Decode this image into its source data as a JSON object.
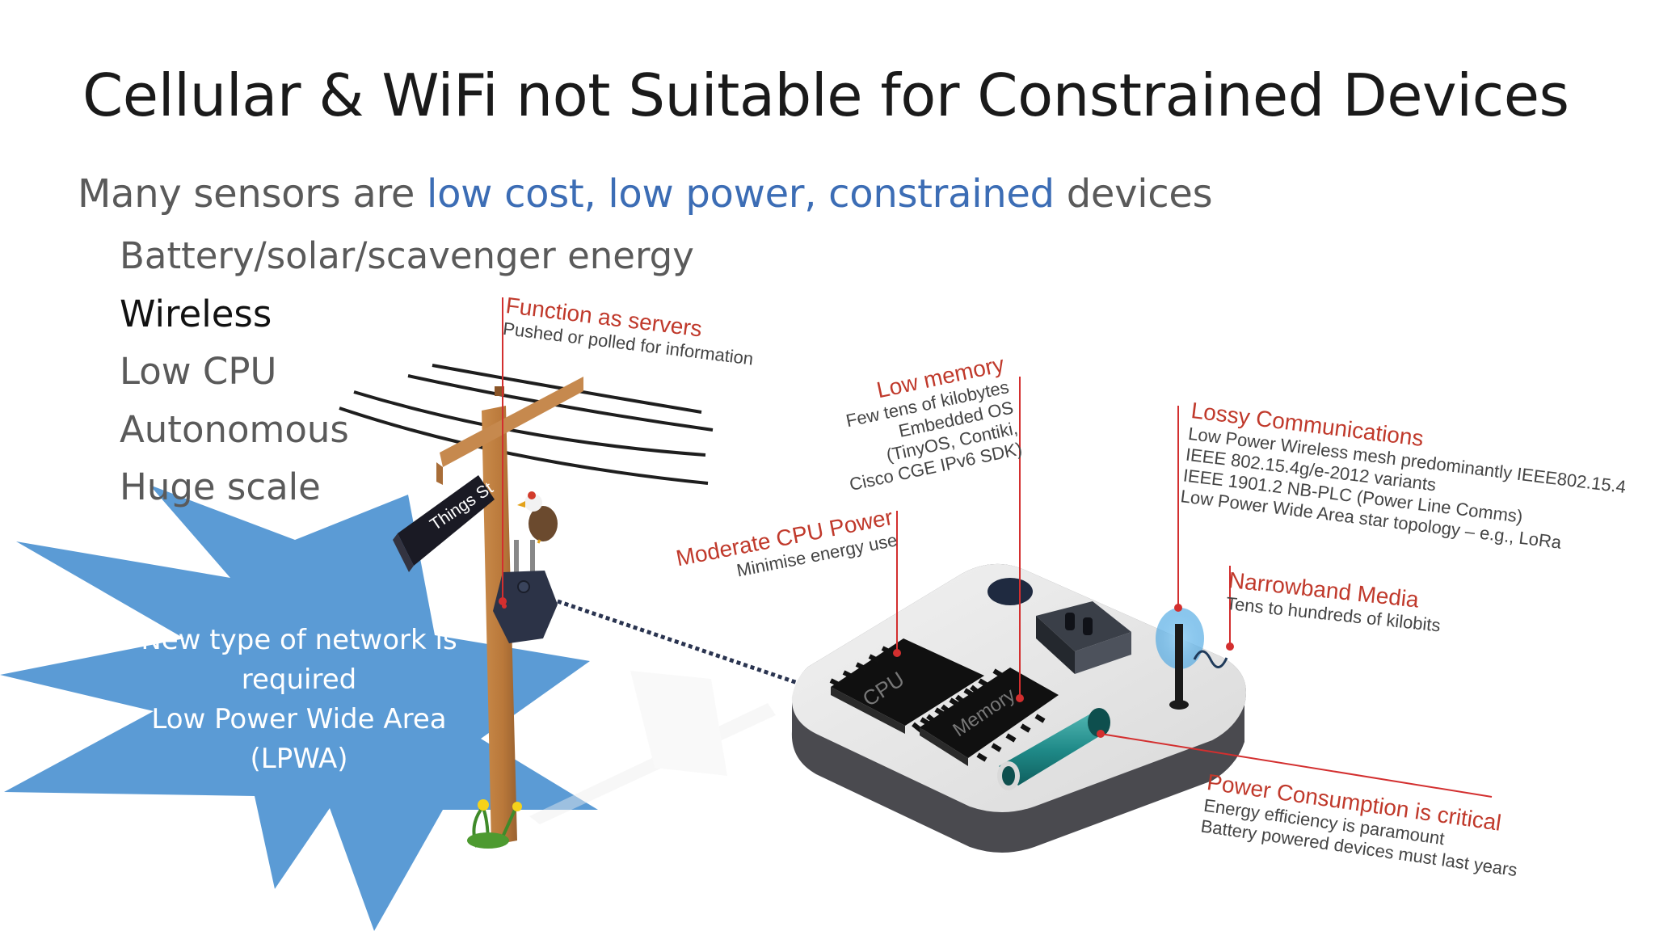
{
  "slide": {
    "title": "Cellular & WiFi not Suitable for Constrained Devices",
    "subtitle": {
      "pre": "Many sensors are ",
      "highlight": "low cost, low power, constrained",
      "post": " devices"
    },
    "bullets": [
      "Battery/solar/scavenger energy",
      "Wireless",
      "Low CPU",
      "Autonomous",
      "Huge scale"
    ],
    "starburst": [
      "New type  of network is",
      "required",
      "Low Power Wide Area",
      "(LPWA)"
    ],
    "colors": {
      "highlight": "#3c6db5",
      "star": "#5b9bd5",
      "annotation_heading": "#c0392b",
      "annotation_line": "#d32f2f"
    }
  },
  "scene": {
    "sign_text": "Things St",
    "cpu_label": "CPU",
    "memory_label": "Memory",
    "icons": [
      "utility-pole-icon",
      "bird-icon",
      "sensor-node-icon",
      "device-board-icon",
      "antenna-icon",
      "battery-icon"
    ]
  },
  "annotations": {
    "function": {
      "heading": "Function as servers",
      "lines": [
        "Pushed  or  polled  for  information"
      ]
    },
    "memory": {
      "heading": "Low memory",
      "lines": [
        "Few tens of kilobytes",
        "Embedded OS",
        "(TinyOS, Contiki,",
        "Cisco CGE IPv6 SDK)"
      ]
    },
    "cpu": {
      "heading": "Moderate CPU Power",
      "lines": [
        "Minimise  energy  use"
      ]
    },
    "lossy": {
      "heading": "Lossy Communications",
      "lines": [
        "Low Power Wireless mesh predominantly IEEE802.15.4",
        "IEEE 802.15.4g/e-2012 variants",
        "IEEE 1901.2 NB-PLC (Power Line Comms)",
        "Low Power Wide Area star topology  – e.g., LoRa"
      ]
    },
    "narrowband": {
      "heading": "Narrowband Media",
      "lines": [
        "Tens to hundreds of kilobits"
      ]
    },
    "power": {
      "heading": "Power Consumption is critical",
      "lines": [
        "Energy efficiency is paramount",
        "Battery powered devices must last years"
      ]
    }
  }
}
